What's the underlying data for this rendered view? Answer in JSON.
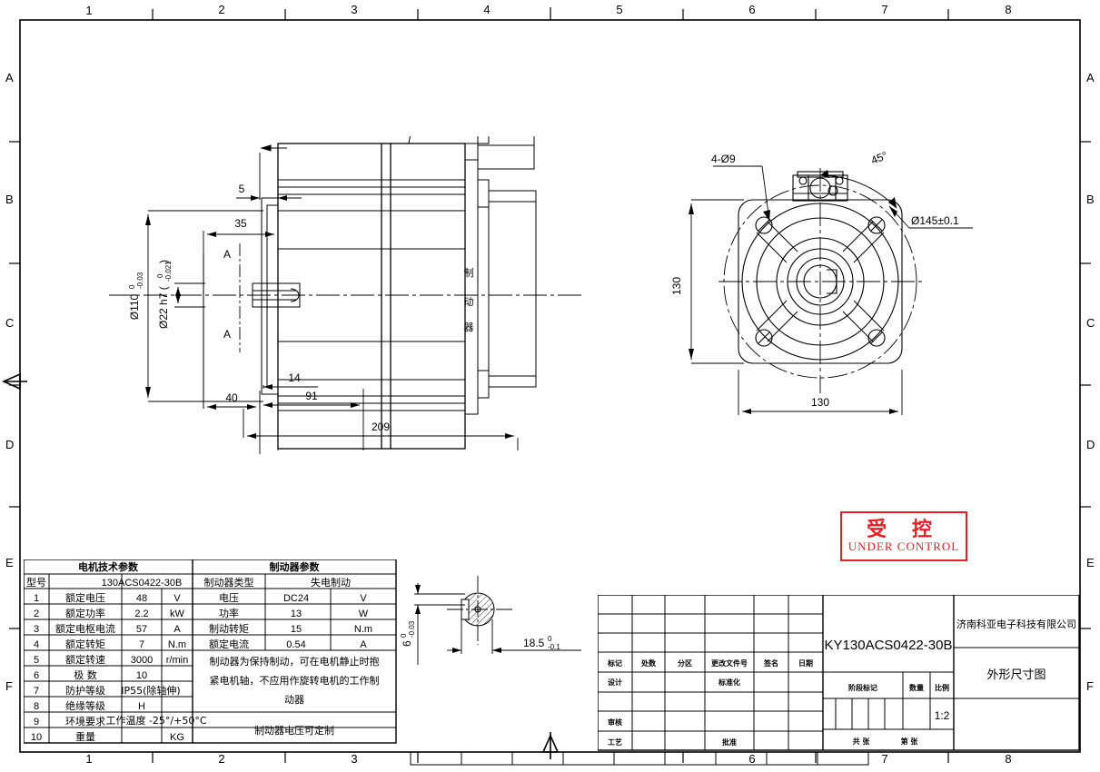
{
  "sheet": {
    "zone_cols": [
      "1",
      "2",
      "3",
      "4",
      "5",
      "6",
      "7",
      "8"
    ],
    "zone_rows": [
      "A",
      "B",
      "C",
      "D",
      "E",
      "F"
    ]
  },
  "views": {
    "side_view": {
      "brake_label": "制动器",
      "dims": {
        "d5": "5",
        "d35": "35",
        "d40": "40",
        "d14": "14",
        "d91": "91",
        "d209": "209",
        "flange_dia": "Ø110",
        "flange_tol_up": "0",
        "flange_tol_lo": "-0.03",
        "shaft_dia": "Ø22 h7 (",
        "shaft_tol_up": "0",
        "shaft_tol_lo": "-0.021",
        "shaft_close": ")",
        "section_mark_top": "A",
        "section_mark_bot": "A"
      }
    },
    "front_view": {
      "dims": {
        "holes": "4-Ø9",
        "angle": "45°",
        "bcd": "Ø145±0.1",
        "height": "130",
        "width": "130"
      }
    },
    "section_aa": {
      "dims": {
        "key_w": "6",
        "key_w_tol_up": "0",
        "key_w_tol_lo": "-0.03",
        "key_h": "18.5",
        "key_h_tol_up": "0",
        "key_h_tol_lo": "-0.1"
      }
    }
  },
  "stamp": {
    "chinese": "受 控",
    "english": "UNDER  CONTROL",
    "color": "#ec1c24"
  },
  "spec_table": {
    "motor_header": "电机技术参数",
    "brake_header": "制动器参数",
    "model_label": "型号",
    "model_value": "130ACS0422-30B",
    "brake_type_label": "制动器类型",
    "brake_type_value": "失电制动",
    "motor_rows": [
      {
        "no": "1",
        "name": "额定电压",
        "value": "48",
        "unit": "V"
      },
      {
        "no": "2",
        "name": "额定功率",
        "value": "2.2",
        "unit": "kW"
      },
      {
        "no": "3",
        "name": "额定电枢电流",
        "value": "57",
        "unit": "A"
      },
      {
        "no": "4",
        "name": "额定转矩",
        "value": "7",
        "unit": "N.m"
      },
      {
        "no": "5",
        "name": "额定转速",
        "value": "3000",
        "unit": "r/min"
      },
      {
        "no": "6",
        "name": "极 数",
        "value": "10",
        "unit": ""
      },
      {
        "no": "7",
        "name": "防护等级",
        "value": "IP55(除轴伸)",
        "unit": ""
      },
      {
        "no": "8",
        "name": "绝缘等级",
        "value": "H",
        "unit": ""
      },
      {
        "no": "9",
        "name": "环境要求",
        "value": "工作温度 -25°/+50°C",
        "unit": ""
      },
      {
        "no": "10",
        "name": "重量",
        "value": "",
        "unit": "KG"
      }
    ],
    "brake_rows": [
      {
        "name": "电压",
        "value": "DC24",
        "unit": "V"
      },
      {
        "name": "功率",
        "value": "13",
        "unit": "W"
      },
      {
        "name": "制动转矩",
        "value": "15",
        "unit": "N.m"
      },
      {
        "name": "额定电流",
        "value": "0.54",
        "unit": "A"
      }
    ],
    "brake_note_1": "制动器为保持制动，可在电机静止时抱",
    "brake_note_2": "紧电机轴，不应用作旋转电机的工作制",
    "brake_note_3": "动器",
    "brake_note_4": "制动器电压可定制"
  },
  "title_block": {
    "rev_headers": [
      "标记",
      "处数",
      "分区",
      "更改文件号",
      "签名",
      "日期"
    ],
    "role_rows": [
      {
        "left": "设计",
        "mid": "标准化"
      },
      {
        "left": "",
        "mid": ""
      },
      {
        "left": "审核",
        "mid": ""
      },
      {
        "left": "工艺",
        "mid": "批准"
      }
    ],
    "part_number": "KY130ACS0422-30B",
    "company": "济南科亚电子科技有限公司",
    "drawing_title": "外形尺寸图",
    "stage_label": "阶段标记",
    "qty_label": "数量",
    "scale_label": "比例",
    "scale_value": "1:2",
    "sheet_total_label": "共    张",
    "sheet_index_label": "第    张"
  }
}
